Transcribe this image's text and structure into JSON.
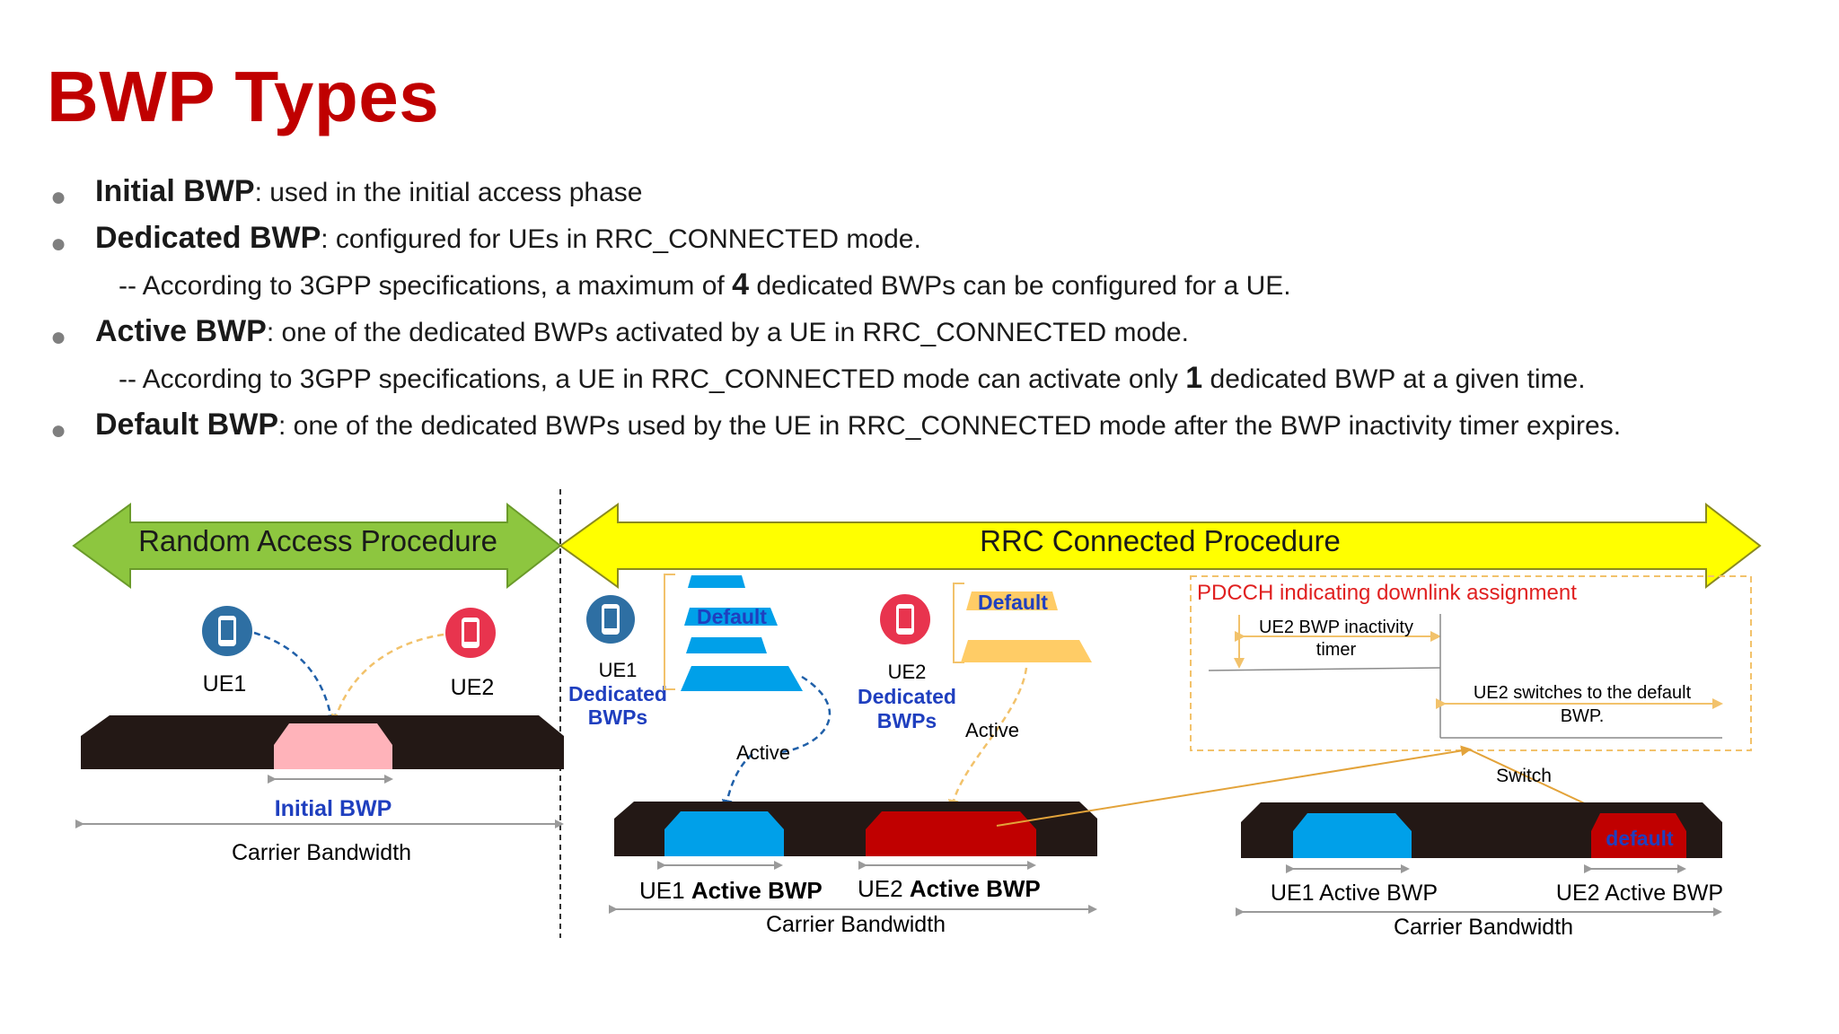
{
  "title": "BWP Types",
  "bullets": [
    {
      "term": "Initial BWP",
      "text": ": used in the initial access phase"
    },
    {
      "term": "Dedicated BWP",
      "text": ": configured for UEs in RRC_CONNECTED mode.",
      "sub": {
        "pre": "-- According to 3GPP specifications, a maximum of ",
        "num": "4",
        "post": " dedicated BWPs can be configured for a UE."
      }
    },
    {
      "term": "Active BWP",
      "text": ": one of the dedicated BWPs activated by a UE in RRC_CONNECTED mode.",
      "sub": {
        "pre": "-- According to 3GPP specifications, a UE in RRC_CONNECTED mode can activate only ",
        "num": "1",
        "post": " dedicated BWP at a given time."
      }
    },
    {
      "term": "Default BWP",
      "text": ": one of the dedicated BWPs used by the UE in RRC_CONNECTED mode after the BWP inactivity timer expires."
    }
  ],
  "diagram": {
    "random_access_label": "Random Access Procedure",
    "rrc_connected_label": "RRC Connected Procedure",
    "ue1": "UE1",
    "ue2": "UE2",
    "initial_bwp": "Initial BWP",
    "carrier_bandwidth": "Carrier Bandwidth",
    "dedicated": "Dedicated",
    "bwps": "BWPs",
    "default": "Default",
    "active": "Active",
    "ue1_active_bwp_prefix": "UE1 ",
    "ue2_active_bwp_prefix": "UE2 ",
    "active_bwp_bold": "Active BWP",
    "ue1_active_bwp": "UE1 Active BWP",
    "ue2_active_bwp": "UE2 Active BWP",
    "pdcch_label": "PDCCH indicating downlink assignment",
    "inactivity_timer_line1": "UE2 BWP inactivity",
    "inactivity_timer_line2": "timer",
    "switch_text_line1": "UE2 switches to the default",
    "switch_text_line2": "BWP.",
    "switch": "Switch",
    "default_lower": "default"
  },
  "colors": {
    "title_red": "#c00000",
    "green_arrow": "#8dc63f",
    "yellow_arrow": "#ffff00",
    "blue_bwp": "#00a0e9",
    "red_bwp": "#c00000",
    "pink_bwp": "#ffb3ba",
    "orange_bwp": "#ffcc66",
    "band_dark": "#231815",
    "label_blue": "#0000cc"
  },
  "icons": [
    "phone-icon-blue",
    "phone-icon-red"
  ]
}
